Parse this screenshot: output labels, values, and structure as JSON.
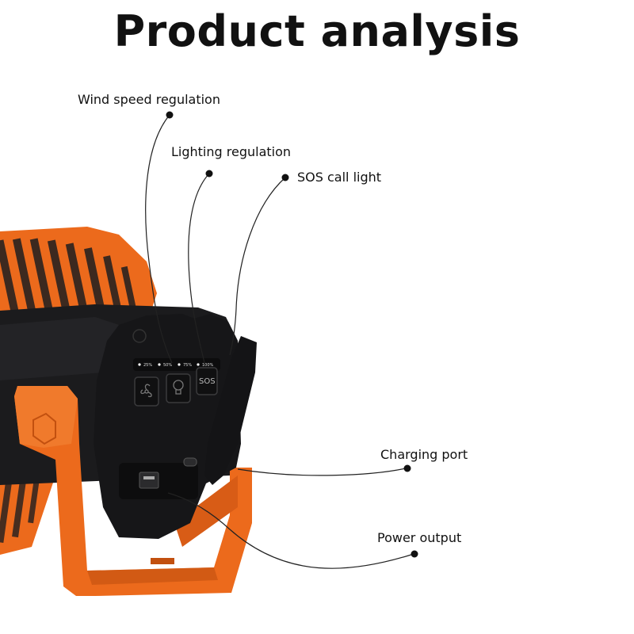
{
  "title": "Product analysis",
  "callouts": {
    "wind": "Wind speed regulation",
    "lighting": "Lighting regulation",
    "sos": "SOS call light",
    "charging": "Charging port",
    "power": "Power output"
  },
  "panel": {
    "levels": [
      "25%",
      "50%",
      "75%",
      "100%"
    ],
    "sos_button": "SOS"
  },
  "colors": {
    "body": "#1e1e20",
    "frame": "#ec6a1c",
    "frame_dark": "#c2500f",
    "text": "#111111"
  },
  "icons": [
    "fan-icon",
    "bulb-icon"
  ]
}
